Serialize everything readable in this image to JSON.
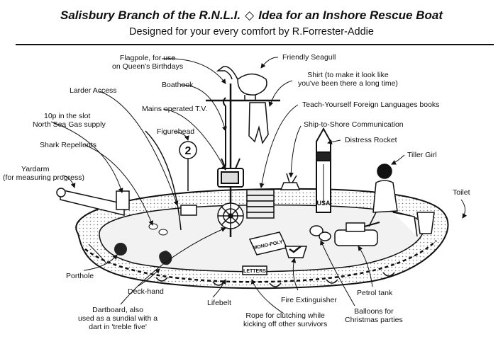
{
  "header": {
    "title_part1": "Salisbury Branch of the R.N.L.I.",
    "title_part2": "Idea for an Inshore Rescue Boat",
    "subtitle": "Designed for your every comfort by R.Forrester-Addie"
  },
  "labels": {
    "flagpole": [
      "Flagpole, for use",
      "on Queen's Birthdays"
    ],
    "seagull": [
      "Friendly Seagull"
    ],
    "larder": [
      "Larder Access"
    ],
    "boathook": [
      "Boathook"
    ],
    "shirt": [
      "Shirt (to make it look like",
      "you've been there a long time)"
    ],
    "tv": [
      "Mains operated T.V."
    ],
    "books": [
      "Teach-Yourself Foreign Languages books"
    ],
    "gas": [
      "10p in the slot",
      "North Sea Gas supply"
    ],
    "ship_to_shore": [
      "Ship-to-Shore Communication"
    ],
    "figurehead": [
      "Figurehead"
    ],
    "distress": [
      "Distress Rocket"
    ],
    "shark": [
      "Shark Repellents"
    ],
    "tiller": [
      "Tiller Girl"
    ],
    "yardarm": [
      "Yardarm",
      "(for measuring progress)"
    ],
    "toilet": [
      "Toilet"
    ],
    "porthole": [
      "Porthole"
    ],
    "deckhand": [
      "Deck-hand"
    ],
    "lifebelt": [
      "Lifebelt"
    ],
    "fire": [
      "Fire Extinguisher"
    ],
    "petrol": [
      "Petrol tank"
    ],
    "dartboard": [
      "Dartboard, also",
      "used as a sundial with a",
      "dart in 'treble five'"
    ],
    "rope": [
      "Rope for clutching while",
      "kicking off other survivors"
    ],
    "balloons": [
      "Balloons for",
      "Christmas parties"
    ]
  },
  "boat_text": {
    "monopoly": "MONO-POLY",
    "letters": "LETTERS",
    "usa": "USA",
    "figurehead_number": "2"
  }
}
